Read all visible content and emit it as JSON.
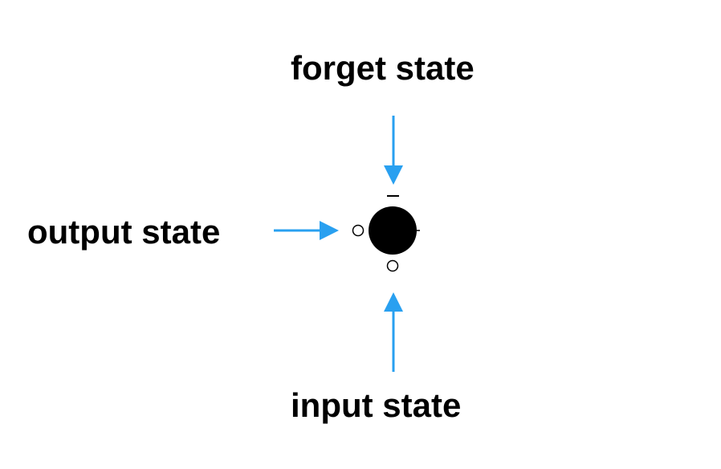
{
  "labels": {
    "forget": "forget state",
    "output": "output state",
    "input": "input state"
  },
  "colors": {
    "arrow": "#29a0f0",
    "node": "#000000",
    "text": "#000000",
    "background": "#ffffff"
  },
  "node": {
    "top_marker": "bar",
    "left_marker": "open-circle",
    "bottom_marker": "open-circle",
    "right_marker": "tick"
  }
}
